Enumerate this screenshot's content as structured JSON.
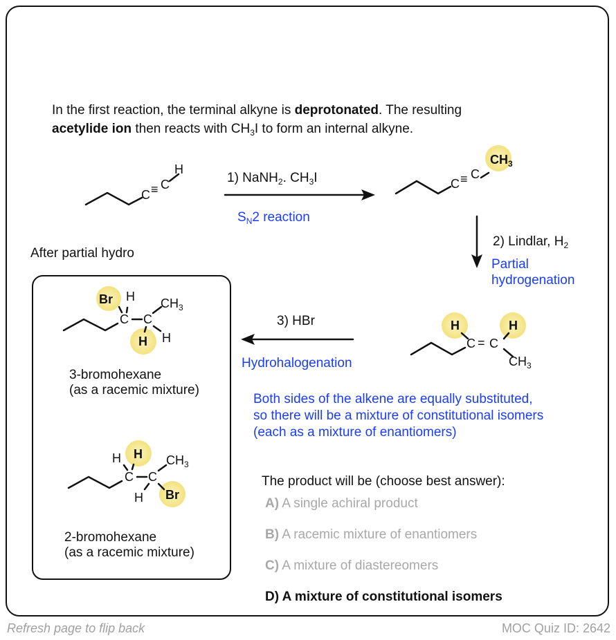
{
  "intro": {
    "l1_a": "In the first reaction, the terminal alkyne is ",
    "l1_b": "deprotonated",
    "l1_c": ". The resulting",
    "l2_a": "acetylide ion",
    "l2_b": " then reacts with CH",
    "l2_sub": "3",
    "l2_c": "I to form an internal alkyne."
  },
  "atoms": {
    "H": "H",
    "C": "C",
    "CH": "CH",
    "three": "3",
    "Br": "Br",
    "triple": "≡",
    "double": "="
  },
  "step1": {
    "a": "1) NaNH",
    "sub2": "2",
    "b": ". CH",
    "sub3": "3",
    "c": "I",
    "note_s": "S",
    "note_sub": "N",
    "note_rest": "2 reaction"
  },
  "step2": {
    "a": "2) Lindlar, H",
    "sub": "2",
    "note1": "Partial",
    "note2": "hydrogenation"
  },
  "step3": {
    "label": "3) HBr",
    "note": "Hydrohalogenation"
  },
  "after_label": "After partial hydro",
  "explanation": [
    "Both sides of the alkene are equally substituted,",
    "so there will be a mixture of constitutional isomers",
    "(each as a mixture of enantiomers)"
  ],
  "products": [
    {
      "name": "3-bromohexane",
      "note": "(as a racemic mixture)"
    },
    {
      "name": "2-bromohexane",
      "note": "(as a racemic mixture)"
    }
  ],
  "question": {
    "prompt": "The product will be (choose best answer):",
    "options": [
      {
        "letter": "A)",
        "text": " A single achiral product"
      },
      {
        "letter": "B)",
        "text": " A racemic mixture of enantiomers"
      },
      {
        "letter": "C)",
        "text": " A mixture of diastereomers"
      },
      {
        "letter": "D)",
        "text": " A mixture of constitutional isomers"
      }
    ]
  },
  "footer": {
    "left": "Refresh page to flip back",
    "right": "MOC Quiz ID: 2642"
  },
  "colors": {
    "highlight": "#f7ea9a",
    "blue": "#1a3cff",
    "grey": "#a8a8a8"
  }
}
